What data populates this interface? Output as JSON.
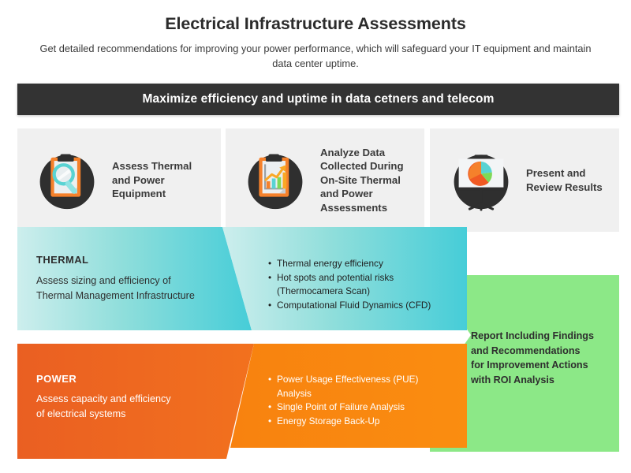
{
  "header": {
    "title": "Electrical Infrastructure Assessments",
    "subtitle": "Get detailed recommendations for improving your power performance, which will safeguard your IT equipment and maintain data center uptime.",
    "banner_text": "Maximize efficiency and uptime in data cetners and telecom",
    "banner_color": "#333333"
  },
  "steps": [
    {
      "icon": "clipboard-magnifier-icon",
      "label": "Assess Thermal\nand Power\nEquipment"
    },
    {
      "icon": "clipboard-bar-chart-icon",
      "label": "Analyze Data\nCollected During\nOn-Site Thermal\nand Power\nAssessments"
    },
    {
      "icon": "presentation-pie-chart-icon",
      "label": "Present and\nReview Results"
    }
  ],
  "thermal": {
    "heading": "THERMAL",
    "description": "Assess sizing and efficiency of\nThermal Management Infrastructure",
    "bullets": [
      "Thermal energy efficiency",
      "Hot spots and potential risks\n  (Thermocamera Scan)",
      "Computational Fluid Dynamics (CFD)"
    ],
    "color_light": "#c7ecec",
    "color_dark": "#4fd0da"
  },
  "power": {
    "heading": "POWER",
    "description": "Assess capacity and efficiency\nof electrical systems",
    "bullets": [
      "Power Usage Effectiveness (PUE)\n  Analysis",
      "Single Point of Failure Analysis",
      "Energy Storage Back-Up"
    ],
    "color_light": "#f98012",
    "color_dark": "#e95b24"
  },
  "result": {
    "text": "Report Including Findings\nand Recommendations\nfor Improvement Actions\nwith ROI Analysis",
    "color": "#8ce887"
  },
  "palette": {
    "panel_background": "#f0f0f0",
    "page_background": "#ffffff",
    "text_dark": "#333333",
    "icon_circle": "#2f2f2f",
    "icon_orange": "#f5812b",
    "icon_teal": "#59d3d3",
    "icon_green": "#7ed957"
  }
}
